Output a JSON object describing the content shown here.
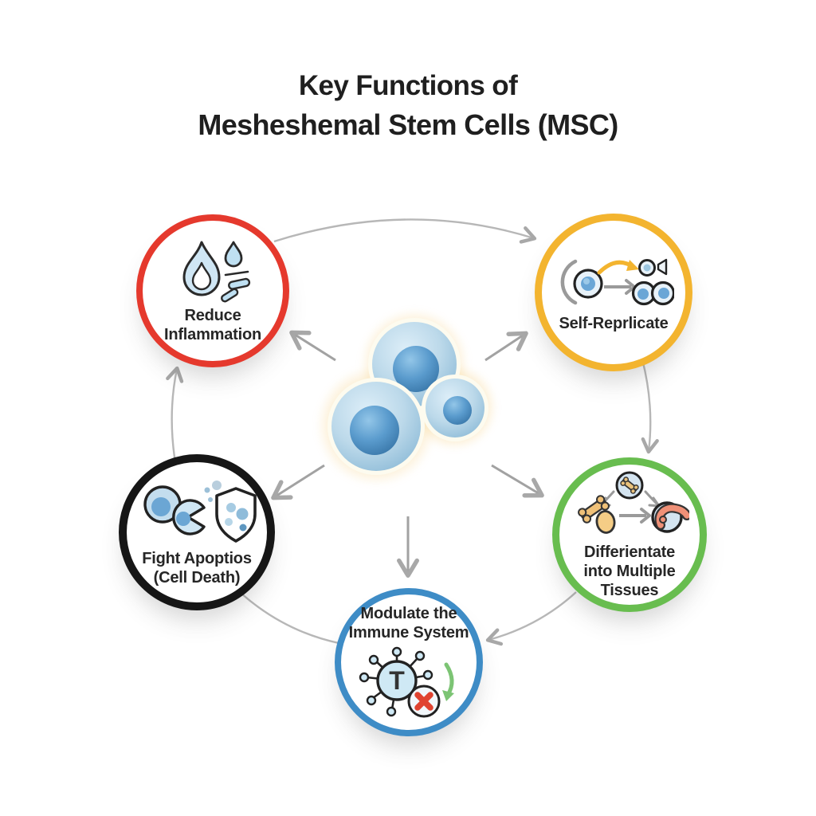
{
  "title": {
    "line1": "Key Functions of",
    "line2": "Mesheshemal Stem Cells (MSC)"
  },
  "center": {
    "name": "mesenchymal stem cell cluster"
  },
  "nodes": [
    {
      "id": "reduce-inflammation",
      "lines": [
        "Reduce",
        "Inflammation"
      ],
      "icon": "flame-droplet-icon"
    },
    {
      "id": "self-replicate",
      "lines": [
        "Self-Reprlicate"
      ],
      "icon": "cell-replication-icon"
    },
    {
      "id": "fight-apoptosis",
      "lines": [
        "Fight Apoptios",
        "(Cell Death)"
      ],
      "icon": "cell-shield-icon"
    },
    {
      "id": "differentiate",
      "lines": [
        "Differientate",
        "into Multiple",
        "Tissues"
      ],
      "icon": "bone-tissue-icon"
    },
    {
      "id": "modulate-immune",
      "lines": [
        "Modulate the",
        "Immune System"
      ],
      "icon": "t-cell-suppression-icon"
    }
  ],
  "colors": {
    "red": "#e5392d",
    "yellow": "#f3b42f",
    "black": "#161616",
    "green": "#68bd4f",
    "blue": "#3e8cc6",
    "arrow": "#a8a8a8",
    "arc": "#b7b7b7",
    "text": "#262626",
    "glow": "#f2ba4a",
    "cell_body": "#bcd9ea",
    "cell_nucleus": "#4c8fc4",
    "icon_blue": "#cfe6f4",
    "icon_outline": "#2a2a2a",
    "icon_tan": "#f0c178",
    "icon_salmon": "#ef9077",
    "icon_green_arrow": "#7cc474",
    "icon_red_x": "#e04330"
  }
}
